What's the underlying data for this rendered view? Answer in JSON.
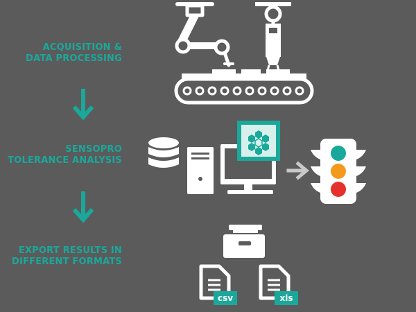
{
  "steps": [
    {
      "lines": [
        "ACQUISITION &",
        "DATA PROCESSING"
      ]
    },
    {
      "lines": [
        "SENSOPRO",
        "TOLERANCE ANALYSIS"
      ]
    },
    {
      "lines": [
        "EXPORT RESULTS IN",
        "DIFFERENT FORMATS"
      ]
    }
  ],
  "file_tags": {
    "csv": "csv",
    "xls": "xls"
  },
  "colors": {
    "background": "#5b5b5b",
    "accent": "#1aa89b",
    "icon": "#ffffff",
    "light_green": "#1aa89b",
    "light_orange": "#f39a1e",
    "light_red": "#e4312b",
    "arrow_gray": "#c9c9c9"
  },
  "icons": [
    "robot-arm-icon",
    "gripper-robot-icon",
    "conveyor-belt-icon",
    "database-icon",
    "computer-icon",
    "sensopro-logo-icon",
    "arrow-right-icon",
    "traffic-light-icon",
    "archive-box-icon",
    "csv-file-icon",
    "xls-file-icon"
  ]
}
